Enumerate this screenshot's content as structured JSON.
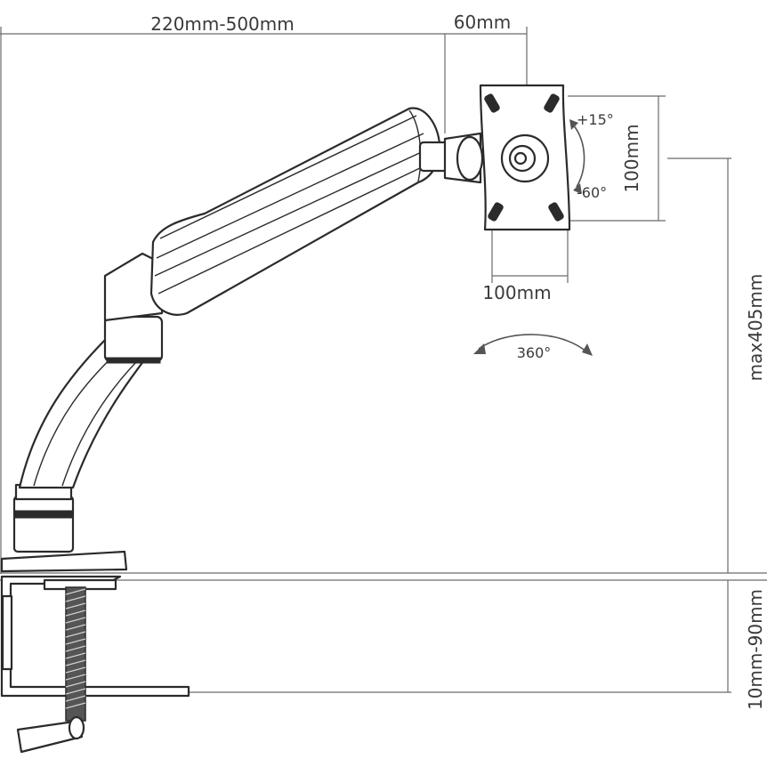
{
  "dimensions": {
    "reach": "220mm-500mm",
    "offset": "60mm",
    "vesa_height": "100mm",
    "vesa_width": "100mm",
    "tilt_up": "+15°",
    "tilt_down": "-60°",
    "rotation": "360°",
    "max_height": "max405mm",
    "clamp_range": "10mm-90mm"
  }
}
